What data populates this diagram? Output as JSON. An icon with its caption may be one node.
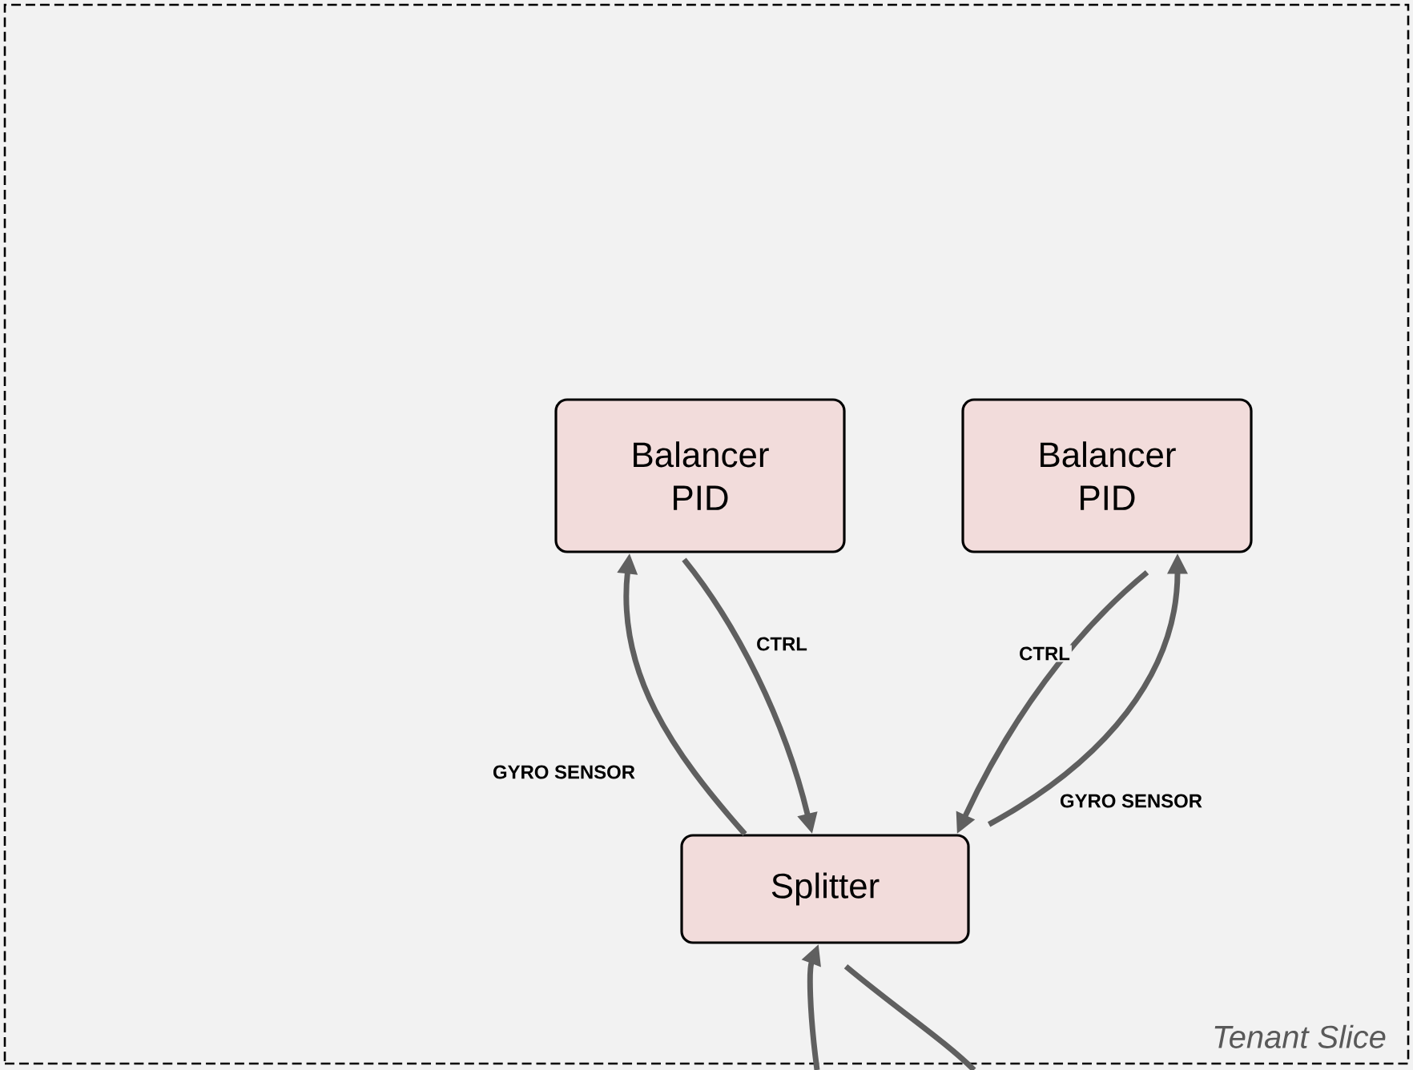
{
  "diagram": {
    "nodes": [
      {
        "text": [
          "Tenant Slice"
        ]
      },
      {
        "text": [
          "Balancer PID"
        ],
        "in": 0
      },
      {
        "text": [
          "Balancer PID"
        ],
        "in": 0
      },
      {
        "text": [
          "Splitter"
        ],
        "in": 0
      }
    ],
    "edges": [
      {
        "from": 3,
        "to": 1,
        "arrow": "to",
        "label": "GYRO SENSOR"
      },
      {
        "from": 1,
        "to": 3,
        "arrow": "to",
        "label": "CTRL"
      },
      {
        "from": 2,
        "to": 3,
        "arrow": "to",
        "label": "CTRL"
      },
      {
        "from": 3,
        "to": 2,
        "arrow": "to",
        "label": "GYRO SENSOR"
      },
      {
        "from": null,
        "to": 3,
        "arrow": "to"
      },
      {
        "from": 3,
        "to": null,
        "arrow": "none"
      }
    ]
  }
}
